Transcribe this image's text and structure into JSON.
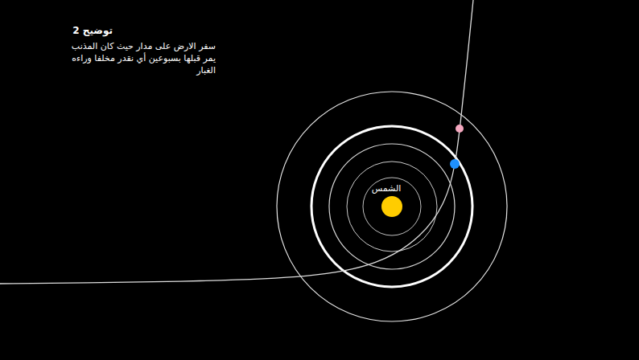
{
  "diagram": {
    "title": "توضيح 2",
    "labels": [
      "سفر الارض على مدار حيث كان المذنب يمر قبلها بسبوعين أي نقدر مخلفا وراءه الغبار",
      "الشمس"
    ]
  }
}
